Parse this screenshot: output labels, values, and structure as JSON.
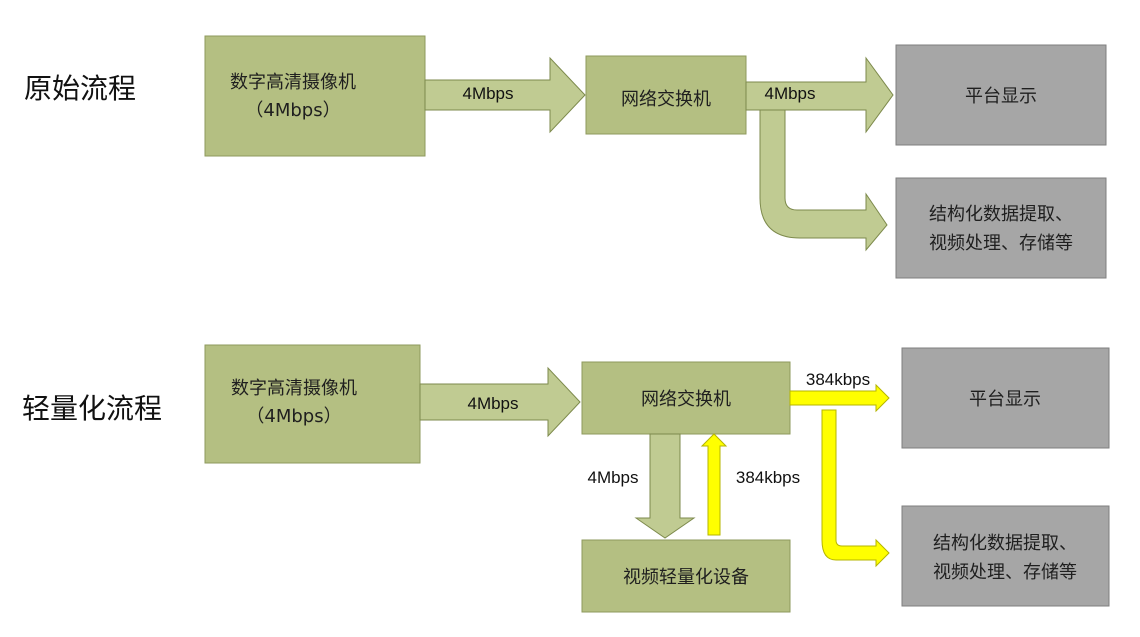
{
  "colors": {
    "green_box_fill": "#b4bf82",
    "green_box_stroke": "#8e9a5c",
    "gray_box_fill": "#a6a6a6",
    "gray_box_stroke": "#7f7f7f",
    "green_arrow_fill": "#c0cb92",
    "green_arrow_stroke": "#7d8a4c",
    "yellow_arrow_fill": "#ffff00",
    "yellow_arrow_stroke": "#b5b500"
  },
  "original": {
    "title": "原始流程",
    "camera_line1": "数字高清摄像机",
    "camera_line2": "（4Mbps）",
    "switch": "网络交换机",
    "platform": "平台显示",
    "processing_line1": "结构化数据提取、",
    "processing_line2": "视频处理、存储等",
    "rate_camera_to_switch": "4Mbps",
    "rate_switch_to_platform": "4Mbps"
  },
  "lightweight": {
    "title": "轻量化流程",
    "camera_line1": "数字高清摄像机",
    "camera_line2": "（4Mbps）",
    "switch": "网络交换机",
    "device": "视频轻量化设备",
    "platform": "平台显示",
    "processing_line1": "结构化数据提取、",
    "processing_line2": "视频处理、存储等",
    "rate_camera_to_switch": "4Mbps",
    "rate_switch_to_device": "4Mbps",
    "rate_device_to_switch": "384kbps",
    "rate_switch_to_platform": "384kbps"
  }
}
